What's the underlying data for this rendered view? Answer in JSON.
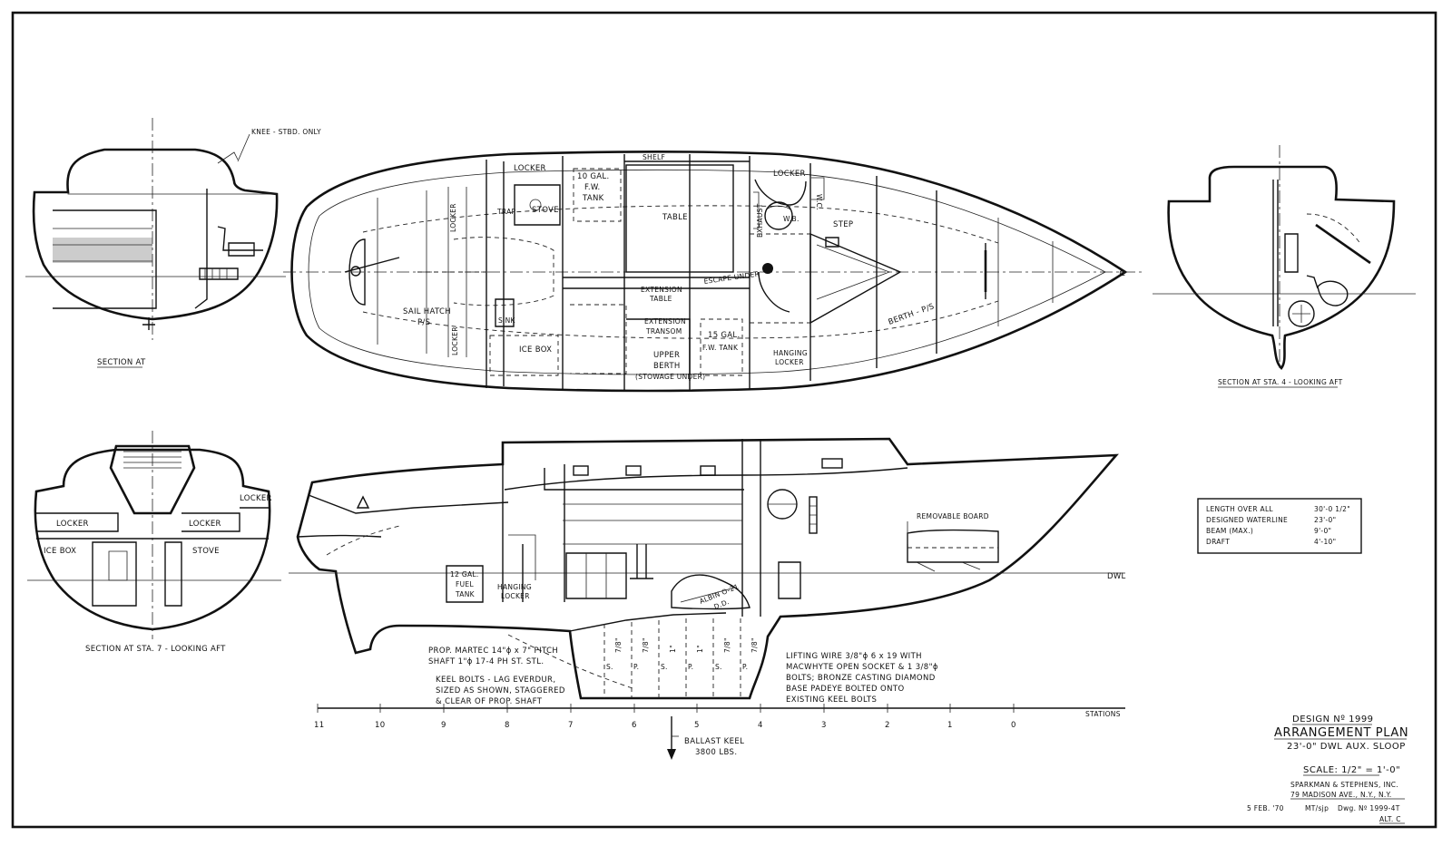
{
  "sections": {
    "top_left_knee": "KNEE - STBD. ONLY",
    "top_left_caption": "SECTION AT",
    "top_right_caption": "SECTION AT STA. 4 - LOOKING AFT",
    "bottom_left_caption": "SECTION AT STA. 7 - LOOKING AFT",
    "bottom_left_labels": [
      "LOCKER",
      "LOCKER",
      "LOCKER",
      "ICE BOX",
      "STOVE"
    ]
  },
  "plan": {
    "labels": {
      "locker_top": "LOCKER",
      "shelf": "SHELF",
      "fw_tank_10": "10 GAL.",
      "fw_tank_10b": "F.W.",
      "fw_tank_10c": "TANK",
      "locker_fwd": "LOCKER",
      "trap": "TRAP",
      "stove": "STOVE",
      "table": "TABLE",
      "wb": "W.B.",
      "wc": "W.C.",
      "step": "STEP",
      "exhaust": "EXHAUST",
      "locker_v1": "LOCKER",
      "locker_v2": "LOCKER",
      "escape_under": "ESCAPE UNDER",
      "ext_table_1": "EXTENSION",
      "ext_table_2": "TABLE",
      "sail_hatch_1": "SAIL HATCH",
      "sail_hatch_2": "P/S",
      "sink": "SINK",
      "ice_box": "ICE BOX",
      "ext_transom_1": "EXTENSION",
      "ext_transom_2": "TRANSOM",
      "upper_berth_1": "UPPER",
      "upper_berth_2": "BERTH",
      "upper_berth_3": "(STOWAGE UNDER)",
      "fw_tank_15a": "15 GAL.",
      "fw_tank_15b": "F.W. TANK",
      "hanging_1": "HANGING",
      "hanging_2": "LOCKER",
      "berth_ps": "BERTH - P/S",
      "cl_mark": "℄"
    }
  },
  "profile": {
    "labels": {
      "fuel_1": "12 GAL.",
      "fuel_2": "FUEL",
      "fuel_3": "TANK",
      "hanging_1": "HANGING",
      "hanging_2": "LOCKER",
      "engine_1": "ALBIN O-21",
      "engine_2": "D.D.",
      "removable_board": "REMOVABLE BOARD",
      "dwl": "DWL",
      "stations": "STATIONS"
    },
    "station_numbers": [
      "11",
      "10",
      "9",
      "8",
      "7",
      "6",
      "5",
      "4",
      "3",
      "2",
      "1",
      "0"
    ],
    "bolt_letters": [
      "S.",
      "P.",
      "S.",
      "P.",
      "S.",
      "P."
    ],
    "bolt_sizes": [
      "7/8\"",
      "7/8\"",
      "1\"",
      "1\"",
      "7/8\"",
      "7/8\""
    ],
    "prop_note": [
      "PROP. MARTEC 14\"ϕ x 7\" PITCH",
      "SHAFT 1\"ϕ 17-4 PH ST. STL."
    ],
    "keel_bolt_note": [
      "KEEL BOLTS - LAG EVERDUR,",
      "SIZED AS SHOWN, STAGGERED",
      "& CLEAR OF PROP. SHAFT"
    ],
    "lifting_note": [
      "LIFTING WIRE 3/8\"ϕ 6 x 19 WITH",
      "MACWHYTE OPEN SOCKET & 1 3/8\"ϕ",
      "BOLTS; BRONZE CASTING DIAMOND",
      "BASE PADEYE BOLTED ONTO",
      "EXISTING KEEL BOLTS"
    ],
    "ballast_1": "BALLAST KEEL",
    "ballast_2": "3800 LBS."
  },
  "particulars": [
    {
      "label": "LENGTH OVER ALL",
      "value": "30'-0 1/2\""
    },
    {
      "label": "DESIGNED WATERLINE",
      "value": "23'-0\""
    },
    {
      "label": "BEAM (MAX.)",
      "value": "9'-0\""
    },
    {
      "label": "DRAFT",
      "value": "4'-10\""
    }
  ],
  "title_block": {
    "design_no": "DESIGN Nº 1999",
    "title": "ARRANGEMENT PLAN",
    "subtitle": "23'-0\" DWL AUX. SLOOP",
    "scale": "SCALE: 1/2\" = 1'-0\"",
    "firm": "SPARKMAN & STEPHENS, INC.",
    "address": "79 MADISON AVE., N.Y., N.Y.",
    "date": "5 FEB. '70",
    "initials": "MT/sjp",
    "dwg_no": "Dwg. Nº 1999-4T",
    "alt": "ALT. C"
  }
}
